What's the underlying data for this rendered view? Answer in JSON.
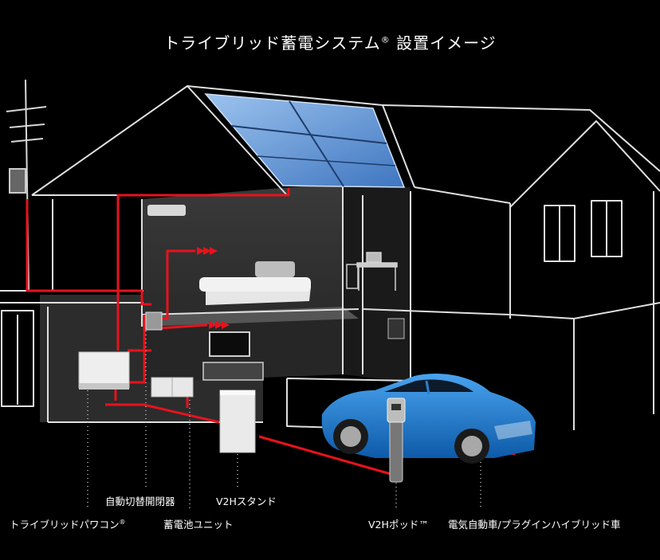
{
  "title": {
    "main": "トライブリッド蓄電システム",
    "mark": "®",
    "suffix": " 設置イメージ"
  },
  "labels": {
    "auto_switch": "自動切替開閉器",
    "v2h_stand": "V2Hスタンド",
    "power_conditioner": "トライブリッドパワコン",
    "power_conditioner_mark": "®",
    "battery_unit": "蓄電池ユニット",
    "v2h_pod": "V2Hポッド™",
    "ev": "電気自動車/プラグインハイブリッド車"
  },
  "colors": {
    "background": "#000000",
    "line": "#e0e0e0",
    "wire": "#e8121c",
    "car": "#1677c9",
    "panel": "#6fa3dc"
  },
  "icons": [
    "arrow-right-icon"
  ]
}
